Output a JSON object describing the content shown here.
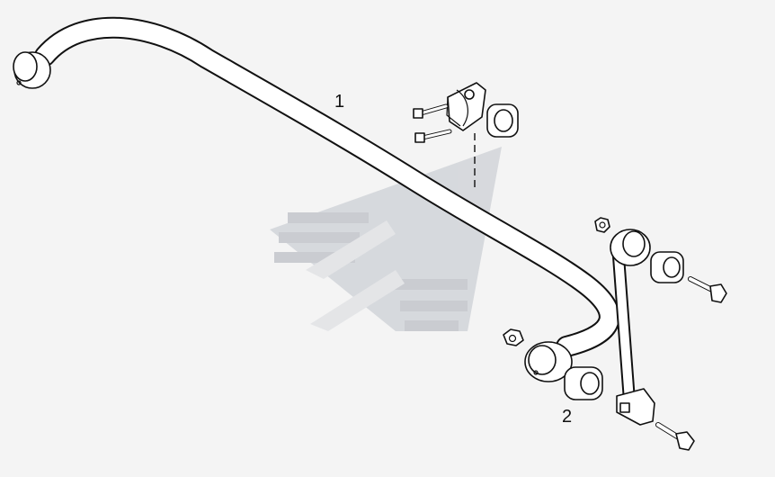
{
  "diagram": {
    "callouts": [
      {
        "id": "1",
        "label": "1"
      },
      {
        "id": "2",
        "label": "2"
      }
    ],
    "colors": {
      "background": "#f4f4f4",
      "line": "#111111",
      "watermark": "#c9ccd3"
    }
  }
}
